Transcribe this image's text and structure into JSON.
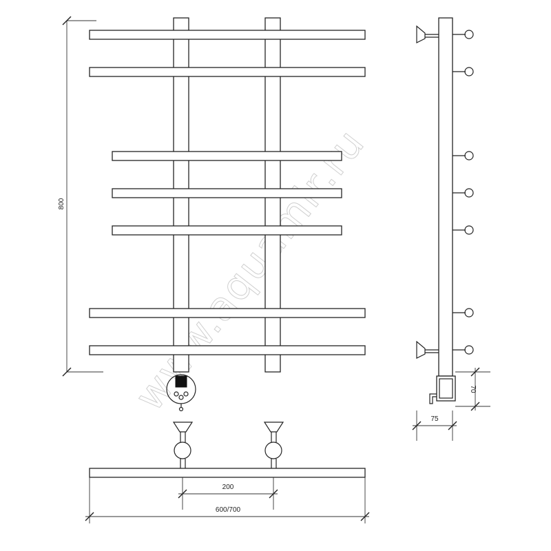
{
  "diagram": {
    "dimensions": {
      "height": "800",
      "width": "600/700",
      "mount_spacing": "200",
      "depth": "75",
      "heater_height": "70"
    },
    "watermark": "www.aquamir.ru",
    "colors": {
      "line": "#222222",
      "watermark": "#cfcfcf",
      "background": "#ffffff"
    }
  }
}
